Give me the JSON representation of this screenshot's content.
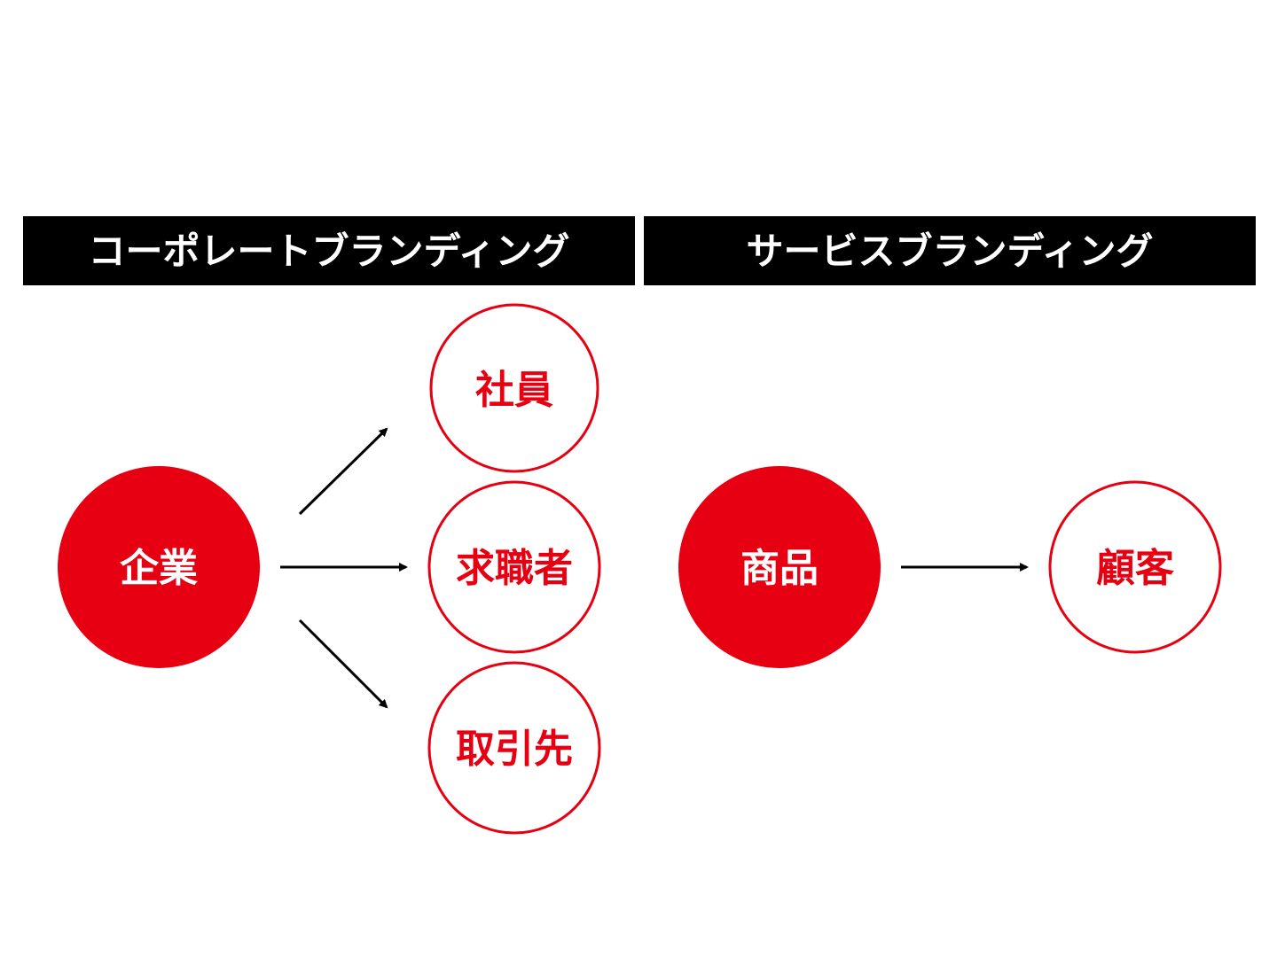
{
  "colors": {
    "accent": "#e60012",
    "header_bg": "#000000",
    "arrow": "#000000"
  },
  "headers": {
    "corporate": "コーポレートブランディング",
    "service": "サービスブランディング"
  },
  "corporate": {
    "source": "企業",
    "targets": [
      "社員",
      "求職者",
      "取引先"
    ]
  },
  "service": {
    "source": "商品",
    "target": "顧客"
  }
}
